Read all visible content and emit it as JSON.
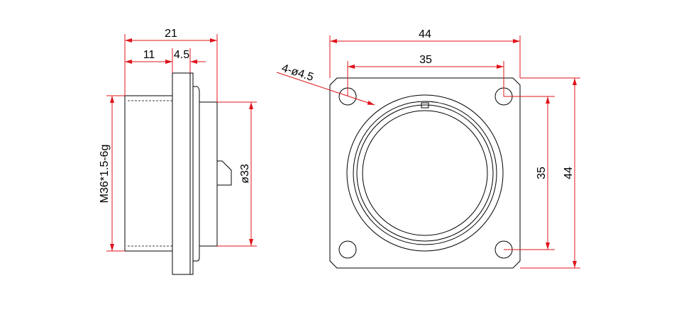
{
  "side_view": {
    "dim_overall_length": "21",
    "dim_thread_length": "11",
    "dim_flange_thickness": "4.5",
    "dim_thread_spec": "M36*1.5-6g",
    "dim_diameter": "ø33"
  },
  "front_view": {
    "dim_flange_width": "44",
    "dim_hole_spacing_horizontal": "35",
    "dim_mounting_holes": "4-ø4.5",
    "dim_hole_spacing_vertical": "35",
    "dim_flange_height": "44"
  },
  "colors": {
    "outline": "#000000",
    "dimension_line": "#e0141b"
  }
}
